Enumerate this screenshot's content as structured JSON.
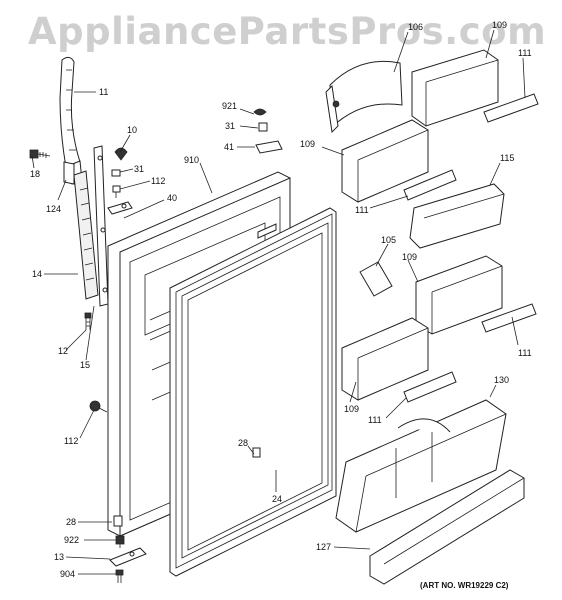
{
  "watermark": "AppliancePartsPros.com",
  "art_number": "(ART NO. WR19229 C2)",
  "callouts": [
    {
      "id": "106",
      "text": "106"
    },
    {
      "id": "109a",
      "text": "109"
    },
    {
      "id": "111a",
      "text": "111"
    },
    {
      "id": "11",
      "text": "11"
    },
    {
      "id": "921",
      "text": "921"
    },
    {
      "id": "31a",
      "text": "31"
    },
    {
      "id": "10",
      "text": "10"
    },
    {
      "id": "109b",
      "text": "109"
    },
    {
      "id": "41",
      "text": "41"
    },
    {
      "id": "18",
      "text": "18"
    },
    {
      "id": "124",
      "text": "124"
    },
    {
      "id": "31b",
      "text": "31"
    },
    {
      "id": "910",
      "text": "910"
    },
    {
      "id": "115",
      "text": "115"
    },
    {
      "id": "112a",
      "text": "112"
    },
    {
      "id": "40",
      "text": "40"
    },
    {
      "id": "111b",
      "text": "111"
    },
    {
      "id": "105",
      "text": "105"
    },
    {
      "id": "109c",
      "text": "109"
    },
    {
      "id": "14",
      "text": "14"
    },
    {
      "id": "12",
      "text": "12"
    },
    {
      "id": "15",
      "text": "15"
    },
    {
      "id": "111c",
      "text": "111"
    },
    {
      "id": "109d",
      "text": "109"
    },
    {
      "id": "111d",
      "text": "111"
    },
    {
      "id": "130",
      "text": "130"
    },
    {
      "id": "112b",
      "text": "112"
    },
    {
      "id": "28a",
      "text": "28"
    },
    {
      "id": "24",
      "text": "24"
    },
    {
      "id": "28b",
      "text": "28"
    },
    {
      "id": "922",
      "text": "922"
    },
    {
      "id": "13",
      "text": "13"
    },
    {
      "id": "904",
      "text": "904"
    },
    {
      "id": "127",
      "text": "127"
    }
  ]
}
